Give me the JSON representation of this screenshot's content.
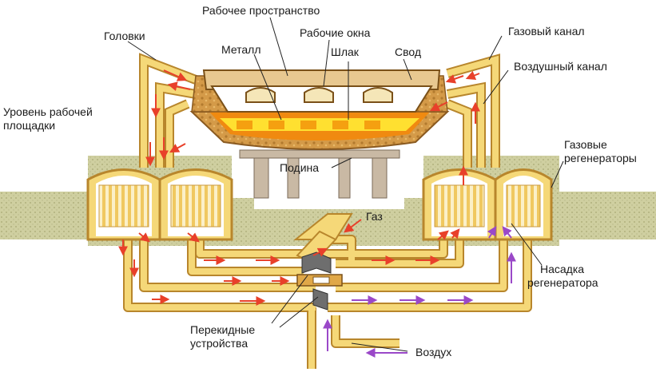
{
  "labels": {
    "work_space": "Рабочее пространство",
    "heads": "Головки",
    "work_windows": "Рабочие окна",
    "metal": "Металл",
    "slag": "Шлак",
    "roof": "Свод",
    "gas_channel": "Газовый канал",
    "air_channel": "Воздушный канал",
    "platform_level_1": "Уровень рабочей",
    "platform_level_2": "площадки",
    "hearth": "Подина",
    "gas_regenerators_1": "Газовые",
    "gas_regenerators_2": "регенераторы",
    "gas": "Газ",
    "regen_packing_1": "Насадка",
    "regen_packing_2": "регенератора",
    "switching_1": "Перекидные",
    "switching_2": "устройства",
    "air": "Воздух"
  },
  "colors": {
    "duct_fill": "#f5d878",
    "duct_stroke": "#b8862c",
    "ground": "#cfcfa0",
    "ground_dot": "#a8a874",
    "brick": "#c98f3c",
    "molten": "#f5a010",
    "hot_yellow": "#ffdf20",
    "checker": "#f2d070",
    "flow_red": "#e8402a",
    "flow_purple": "#9a48c8",
    "slab_fill": "#e8c890",
    "hearth_fill": "#c9b9a4"
  }
}
